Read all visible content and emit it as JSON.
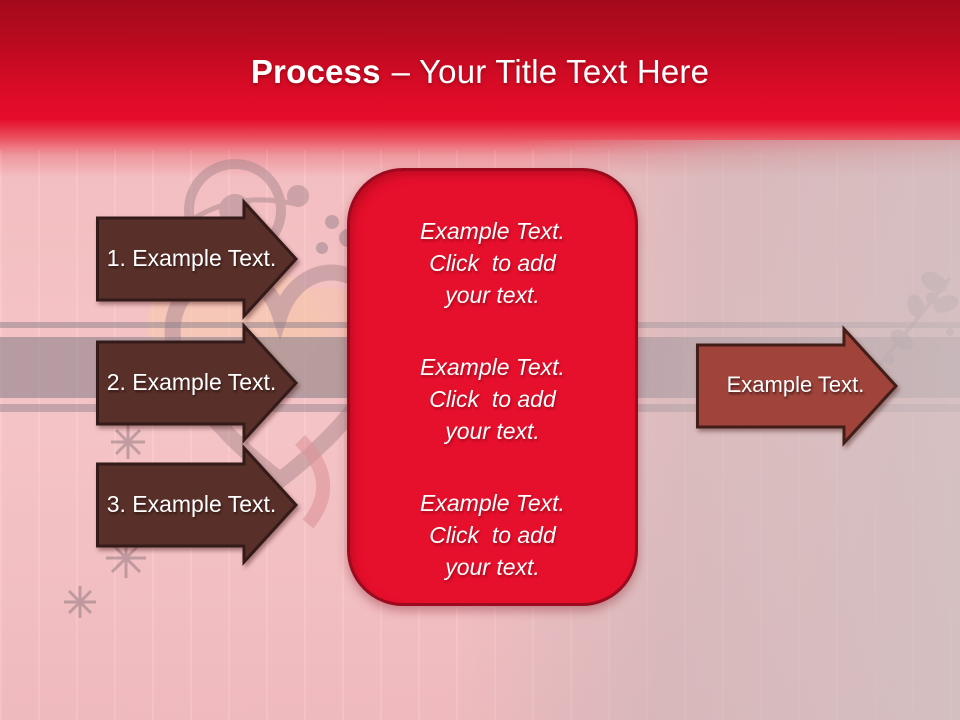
{
  "title": {
    "bold_part": "Process",
    "regular_part": "– Your Title Text Here"
  },
  "steps": [
    {
      "label": "1. Example Text."
    },
    {
      "label": "2. Example Text."
    },
    {
      "label": "3. Example Text."
    }
  ],
  "center_box": {
    "blocks": [
      {
        "lines": [
          "Example Text.",
          "Click  to add",
          "your text."
        ]
      },
      {
        "lines": [
          "Example Text.",
          "Click  to add",
          "your text."
        ]
      },
      {
        "lines": [
          "Example Text.",
          "Click  to add",
          "your text."
        ]
      }
    ]
  },
  "output_arrow": {
    "label": "Example Text."
  },
  "colors": {
    "header_red_top": "#a30a1b",
    "header_red_bright": "#e50c2a",
    "background_pink": "#f8c7c9",
    "background_gray": "#d3c5c6",
    "ribbon_gray": "#bdb2b6",
    "box_red_fill": "#e60f2c",
    "box_red_border": "#9c0a1d",
    "step_arrow_fill": "#593029",
    "step_arrow_border": "#341b1a",
    "output_arrow_fill": "#9f433b",
    "output_arrow_border": "#431e19",
    "text_white": "#ffffff"
  }
}
